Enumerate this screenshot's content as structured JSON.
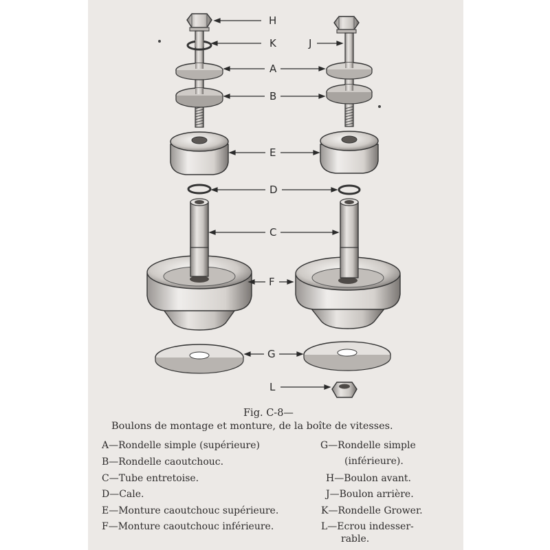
{
  "figure": {
    "labels": [
      "H",
      "K",
      "J",
      "A",
      "B",
      "E",
      "D",
      "C",
      "F",
      "G",
      "L"
    ]
  },
  "caption": {
    "fig_number": "Fig. C-8—",
    "title": "Boulons de montage et monture, de la boîte de vitesses."
  },
  "legend": {
    "left": [
      "A—Rondelle simple (supérieure)",
      "B—Rondelle caoutchouc.",
      "C—Tube entretoise.",
      "D—Cale.",
      "E—Monture caoutchouc supérieure.",
      "F—Monture caoutchouc inférieure."
    ],
    "right": [
      "G—Rondelle simple",
      "(inférieure).",
      "H—Boulon avant.",
      "J—Boulon arrière.",
      "K—Rondelle Grower.",
      "L—Ecrou indesser-",
      "rable."
    ]
  },
  "colors": {
    "page": "#ece9e6",
    "ink": "#2a2a2a"
  }
}
